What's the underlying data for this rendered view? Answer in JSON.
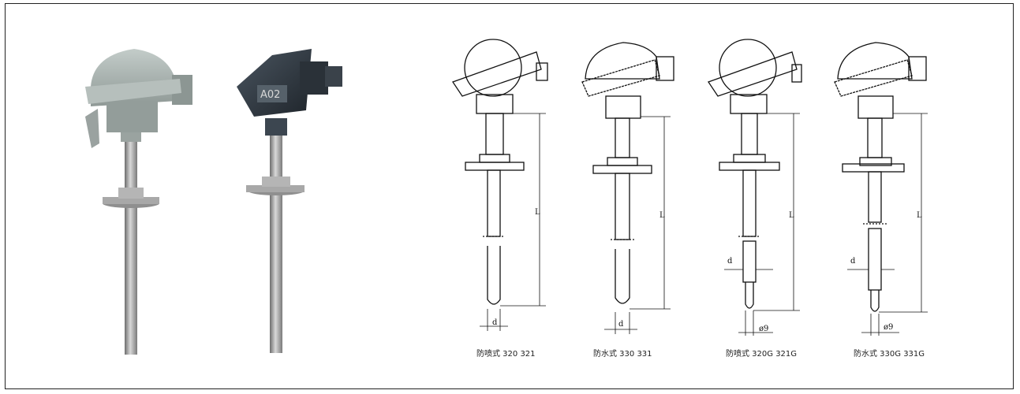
{
  "photos": [
    {
      "head_color": "#a9b3b0",
      "body_color": "#8e9895"
    },
    {
      "head_color": "#2f3740",
      "body_color": "#252b32",
      "plate_text": "A02"
    }
  ],
  "drawings": [
    {
      "caption": "防喷式 320  321",
      "head": "round",
      "tip": "plain",
      "labels": {
        "length": "L",
        "diameter": "d"
      }
    },
    {
      "caption": "防水式 330 331",
      "head": "threaded",
      "tip": "plain",
      "labels": {
        "length": "L",
        "diameter": "d"
      }
    },
    {
      "caption": "防喷式 320G  321G",
      "head": "round",
      "tip": "stepped",
      "labels": {
        "length": "L",
        "diameter": "d",
        "tip_diameter": "ø9"
      }
    },
    {
      "caption": "防水式 330G 331G",
      "head": "threaded",
      "tip": "stepped",
      "labels": {
        "length": "L",
        "diameter": "d",
        "tip_diameter": "ø9"
      }
    }
  ]
}
